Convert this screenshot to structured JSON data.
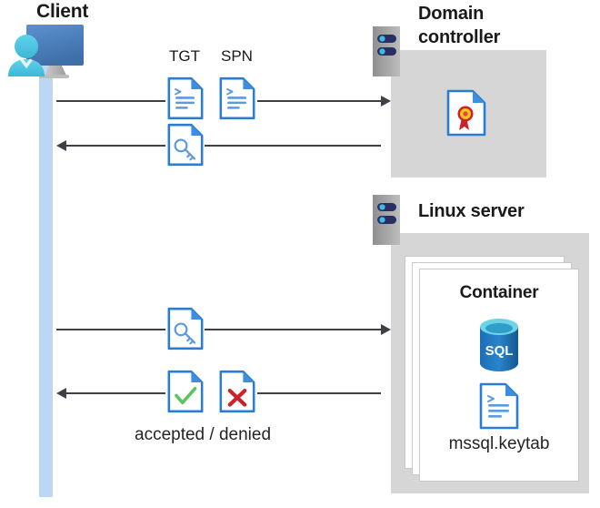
{
  "diagram": {
    "type": "sequence-architecture-diagram",
    "subject": "Kerberos authentication to SQL Server in a Linux container"
  },
  "client": {
    "title": "Client",
    "icon": "client-workstation-icon"
  },
  "domain_controller": {
    "title_line1": "Domain",
    "title_line2": "controller",
    "server_icon": "server-rack-icon",
    "content_icon": "certificate-document-icon"
  },
  "linux_server": {
    "title": "Linux server",
    "server_icon": "server-rack-icon",
    "container": {
      "title": "Container",
      "database_icon": "sql-database-icon",
      "database_label": "SQL",
      "file_icon": "keytab-document-icon",
      "file_label": "mssql.keytab",
      "stack_count": 3
    }
  },
  "messages": [
    {
      "id": "request-tgt-spn",
      "direction": "right",
      "labels": [
        "TGT",
        "SPN"
      ],
      "icons": [
        "text-document-icon",
        "text-document-icon"
      ]
    },
    {
      "id": "receive-service-ticket",
      "direction": "left",
      "labels": [],
      "icons": [
        "key-document-icon"
      ]
    },
    {
      "id": "present-ticket-to-server",
      "direction": "right",
      "labels": [],
      "icons": [
        "key-document-icon"
      ]
    },
    {
      "id": "auth-result",
      "direction": "left",
      "labels": [],
      "icons": [
        "accepted-document-icon",
        "denied-document-icon"
      ],
      "caption": "accepted / denied"
    }
  ],
  "labels": {
    "tgt": "TGT",
    "spn": "SPN",
    "accepted_denied": "accepted / denied"
  },
  "colors": {
    "panel_gray": "#d6d6d6",
    "lifeline_blue": "#bcd6f5",
    "arrow_gray": "#3f3f46",
    "doc_blue": "#2b7cd3",
    "doc_fold_blue": "#3f8ede",
    "sql_blue": "#1a6fb5",
    "sql_top_cyan": "#6fd3e8",
    "accent_green": "#5fc25f",
    "accent_red": "#cc2229",
    "seal_gold": "#f5c518",
    "seal_red": "#cc2229",
    "server_gray": "#9a9a9a",
    "server_bar_navy": "#2a2f63",
    "server_dot_cyan": "#3fbbe8",
    "client_monitor_blue": "#4a7ebb",
    "client_person_cyan": "#4bc3e0",
    "text_dark": "#1a1a1a"
  }
}
